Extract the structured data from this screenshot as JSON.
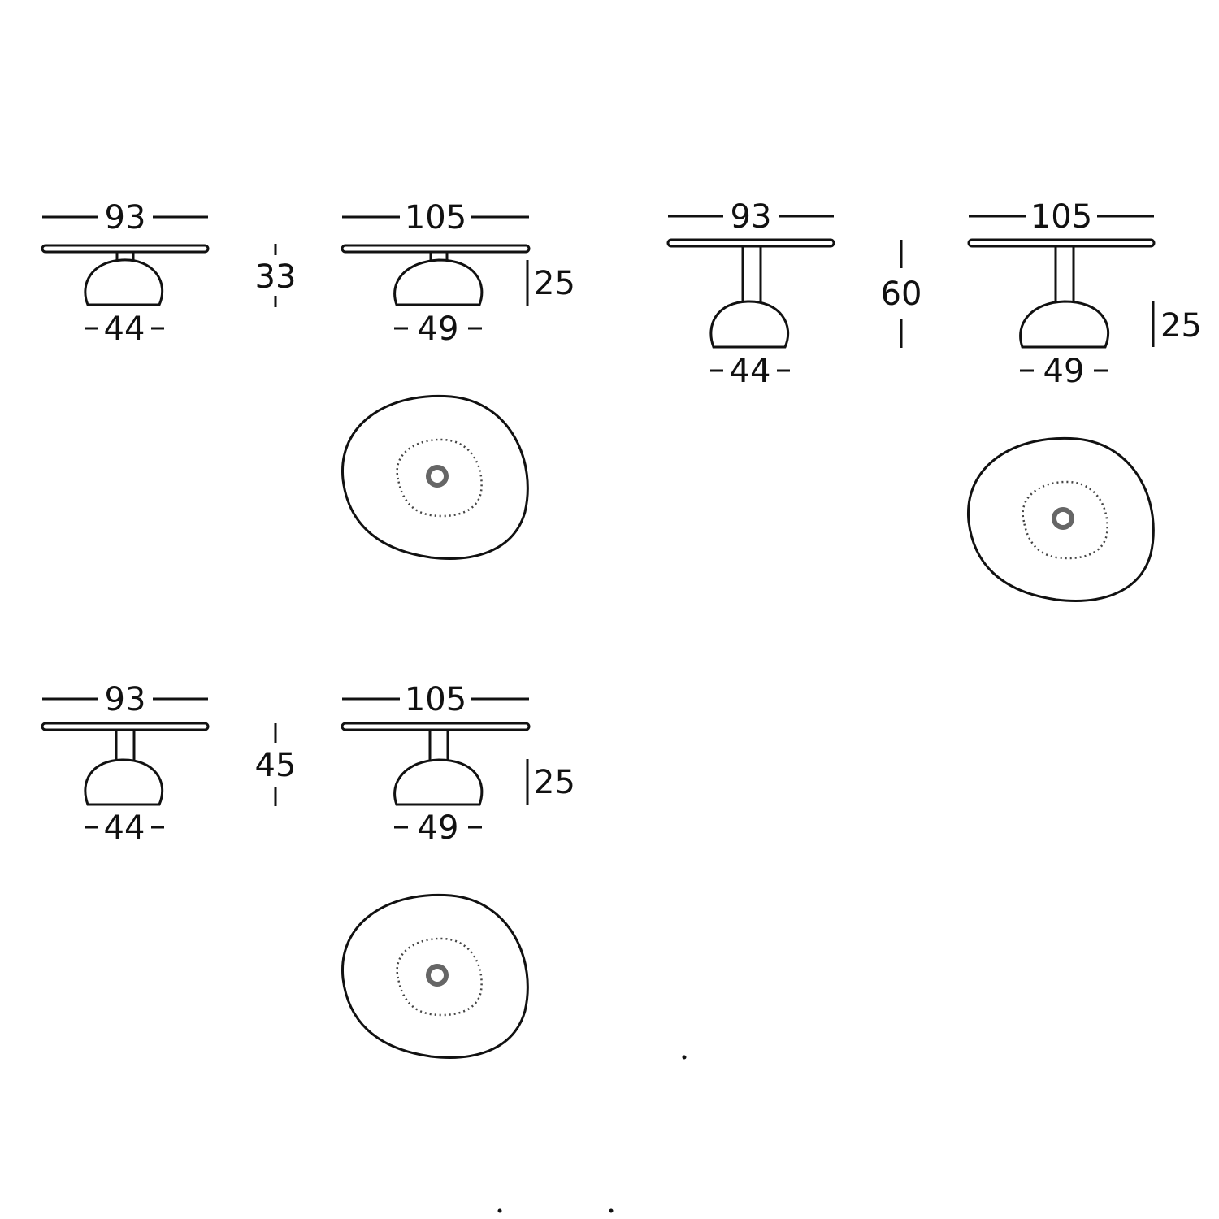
{
  "colors": {
    "line": "#111111",
    "background": "#ffffff",
    "hub": "#666666"
  },
  "figures": [
    {
      "id": "low-table",
      "small": {
        "top_width": "93",
        "base_width": "44"
      },
      "large": {
        "top_width": "105",
        "base_width": "49",
        "base_height": "25"
      },
      "height": "33"
    },
    {
      "id": "tall-table",
      "small": {
        "top_width": "93",
        "base_width": "44"
      },
      "large": {
        "top_width": "105",
        "base_width": "49",
        "base_height": "25"
      },
      "height": "60"
    },
    {
      "id": "medium-table",
      "small": {
        "top_width": "93",
        "base_width": "44"
      },
      "large": {
        "top_width": "105",
        "base_width": "49",
        "base_height": "25"
      },
      "height": "45"
    }
  ]
}
